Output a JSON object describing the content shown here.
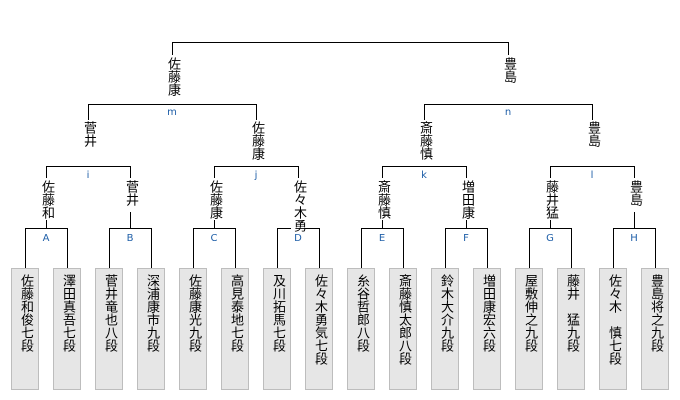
{
  "players": [
    {
      "name": "佐藤和俊七段"
    },
    {
      "name": "澤田真吾七段"
    },
    {
      "name": "菅井竜也八段"
    },
    {
      "name": "深浦康市九段"
    },
    {
      "name": "佐藤康光九段"
    },
    {
      "name": "高見泰地七段"
    },
    {
      "name": "及川拓馬七段"
    },
    {
      "name": "佐々木勇気七段"
    },
    {
      "name": "糸谷哲郎八段"
    },
    {
      "name": "斎藤慎太郎八段"
    },
    {
      "name": "鈴木大介九段"
    },
    {
      "name": "増田康宏六段"
    },
    {
      "name": "屋敷伸之九段"
    },
    {
      "name": "藤井　猛九段"
    },
    {
      "name": "佐々木　慎七段"
    },
    {
      "name": "豊島将之九段"
    }
  ],
  "round1_labels": [
    "A",
    "B",
    "C",
    "D",
    "E",
    "F",
    "G",
    "H"
  ],
  "round1_winners": [
    "佐藤和",
    "菅井",
    "佐藤康",
    "佐々木勇",
    "斎藤慎",
    "増田康",
    "藤井猛",
    "豊島"
  ],
  "round2_labels": [
    "i",
    "j",
    "k",
    "l"
  ],
  "round2_winners": [
    "菅井",
    "佐藤康",
    "斎藤慎",
    "豊島"
  ],
  "round3_labels": [
    "m",
    "n"
  ],
  "round3_winners": [
    "佐藤康",
    "豊島"
  ]
}
